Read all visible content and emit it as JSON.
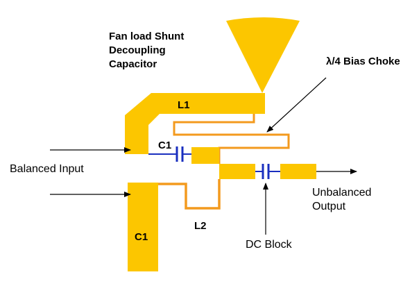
{
  "labels": {
    "fan_load_line1": "Fan load Shunt",
    "fan_load_line2": "Decoupling",
    "fan_load_line3": "Capacitor",
    "bias_choke": "λ/4 Bias Choke",
    "l1": "L1",
    "c1_top": "C1",
    "c1_bottom": "C1",
    "l2": "L2",
    "balanced_input": "Balanced Input",
    "unbalanced_output_line1": "Unbalanced",
    "unbalanced_output_line2": "Output",
    "dc_block": "DC Block"
  },
  "colors": {
    "microstrip": "#FCC600",
    "trace_orange": "#F39A1E",
    "capacitor_blue": "#1A2FBF",
    "line_black": "#000000"
  }
}
